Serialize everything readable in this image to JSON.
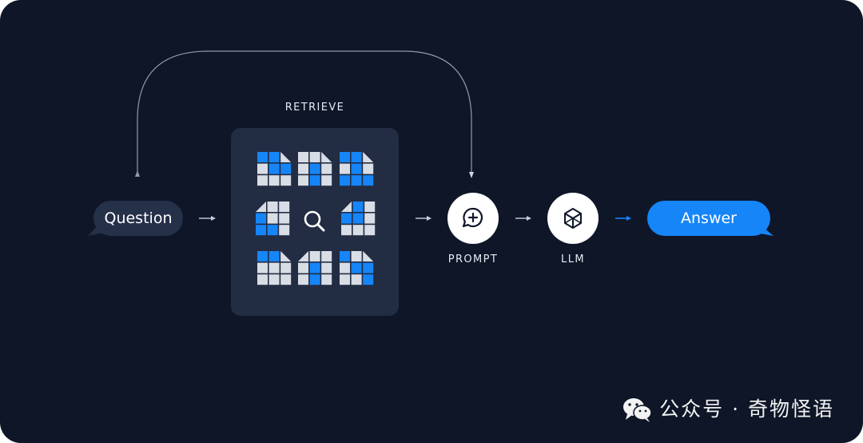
{
  "diagram": {
    "labels": {
      "retrieve": "RETRIEVE",
      "prompt": "PROMPT",
      "llm": "LLM"
    },
    "bubbles": {
      "question": "Question",
      "answer": "Answer"
    },
    "colors": {
      "background": "#0e1628",
      "panel": "#222c42",
      "question_bubble": "#253049",
      "answer_bubble": "#1685f8",
      "doc_blue": "#1685f8",
      "doc_grey": "#d9dde5"
    },
    "icons": {
      "prompt": "chat-plus-icon",
      "llm": "cube-icon",
      "search": "search-icon"
    }
  },
  "watermark": {
    "text": "公众号 · 奇物怪语",
    "icon": "wechat-icon"
  }
}
